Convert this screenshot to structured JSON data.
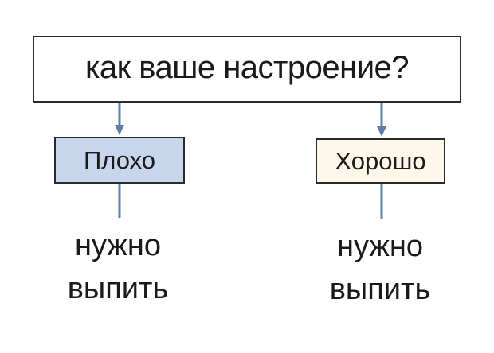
{
  "question": "как ваше настроение?",
  "branches": [
    {
      "label": "Плохо",
      "result_line1": "нужно",
      "result_line2": "выпить",
      "fill_color": "#c7d6ec"
    },
    {
      "label": "Хорошо",
      "result_line1": "нужно",
      "result_line2": "выпить",
      "fill_color": "#fdf8ea"
    }
  ],
  "connector_color": "#5f7fa6"
}
